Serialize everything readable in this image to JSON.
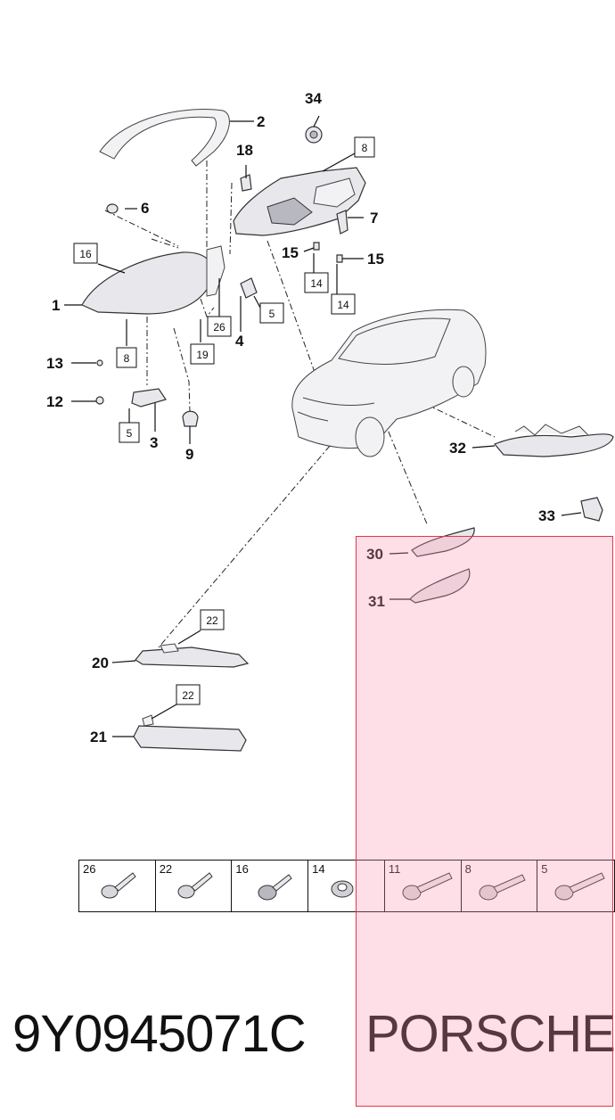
{
  "callouts": {
    "c1": "1",
    "c2": "2",
    "c3": "3",
    "c4": "4",
    "c6": "6",
    "c7": "7",
    "c9": "9",
    "c12": "12",
    "c13": "13",
    "c15a": "15",
    "c15b": "15",
    "c18": "18",
    "c20": "20",
    "c21": "21",
    "c30": "30",
    "c31": "31",
    "c32": "32",
    "c33": "33",
    "c34": "34"
  },
  "boxed_callouts": {
    "b8top": "8",
    "b16": "16",
    "b5right": "5",
    "b26": "26",
    "b19": "19",
    "b8left": "8",
    "b5left": "5",
    "b14a": "14",
    "b14b": "14",
    "b22a": "22",
    "b22b": "22"
  },
  "fasteners": [
    {
      "number": "26",
      "icon": "torx-screw-icon"
    },
    {
      "number": "22",
      "icon": "torx-screw-icon"
    },
    {
      "number": "16",
      "icon": "flange-screw-icon"
    },
    {
      "number": "14",
      "icon": "nut-icon"
    },
    {
      "number": "11",
      "icon": "torx-screw-icon"
    },
    {
      "number": "8",
      "icon": "torx-screw-icon"
    },
    {
      "number": "5",
      "icon": "torx-screw-icon"
    }
  ],
  "footer": {
    "part_number": "9Y0945071C",
    "brand": "PORSCHE"
  },
  "colors": {
    "overlay_fill": "#ffd6df",
    "overlay_border": "#e53545"
  }
}
